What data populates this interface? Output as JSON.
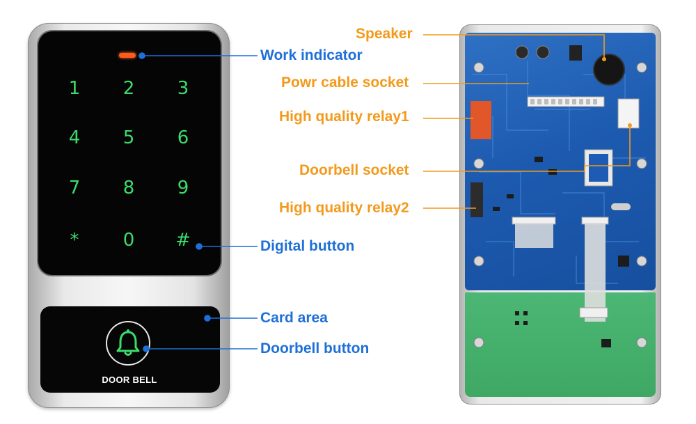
{
  "keypad": {
    "keys": [
      "1",
      "2",
      "3",
      "4",
      "5",
      "6",
      "7",
      "8",
      "9",
      "*",
      "0",
      "#"
    ],
    "doorbell_text": "DOOR BELL"
  },
  "callouts": {
    "left": {
      "work_indicator": "Work indicator",
      "digital_button": "Digital button",
      "card_area": "Card area",
      "doorbell_button": "Doorbell button"
    },
    "right": {
      "speaker": "Speaker",
      "power_cable_socket": "Powr cable socket",
      "relay1": "High quality relay1",
      "doorbell_socket": "Doorbell socket",
      "relay2": "High quality relay2"
    }
  },
  "colors": {
    "left_callout": "#1f6fd8",
    "right_callout": "#f39a1c",
    "key_glow": "#3ddc6a",
    "indicator": "#ff5a1a",
    "pcb_blue": "#1d5bb0",
    "pcb_green": "#42ad69"
  },
  "icons": {
    "doorbell": "bell-icon"
  }
}
